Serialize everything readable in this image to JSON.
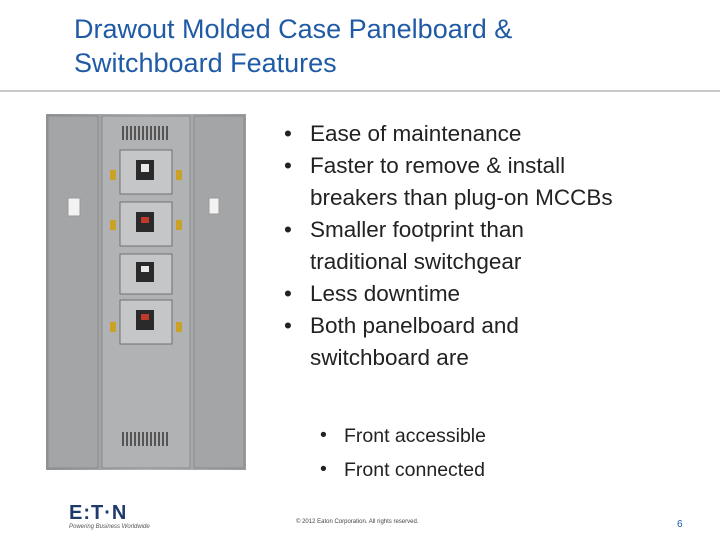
{
  "slide": {
    "title_line1": "Drawout Molded Case Panelboard &",
    "title_line2": "Switchboard Features",
    "bullets": [
      {
        "line1": "Ease of maintenance",
        "line2": ""
      },
      {
        "line1": "Faster to remove & install",
        "line2": "breakers than plug-on MCCBs"
      },
      {
        "line1": "Smaller footprint than",
        "line2": "traditional switchgear"
      },
      {
        "line1": "Less downtime",
        "line2": ""
      },
      {
        "line1": "Both panelboard and",
        "line2": "switchboard are"
      }
    ],
    "sub_bullets": [
      "Front accessible",
      "Front connected"
    ],
    "bullet_glyph": "•"
  },
  "footer": {
    "logo_text": "E:T·N",
    "logo_tagline": "Powering Business Worldwide",
    "copyright": "© 2012 Eaton Corporation. All rights reserved.",
    "page_number": "6"
  },
  "colors": {
    "title": "#1f5aa6",
    "cabinet": "#a7a9ab",
    "brand": "#1e3a6d"
  }
}
